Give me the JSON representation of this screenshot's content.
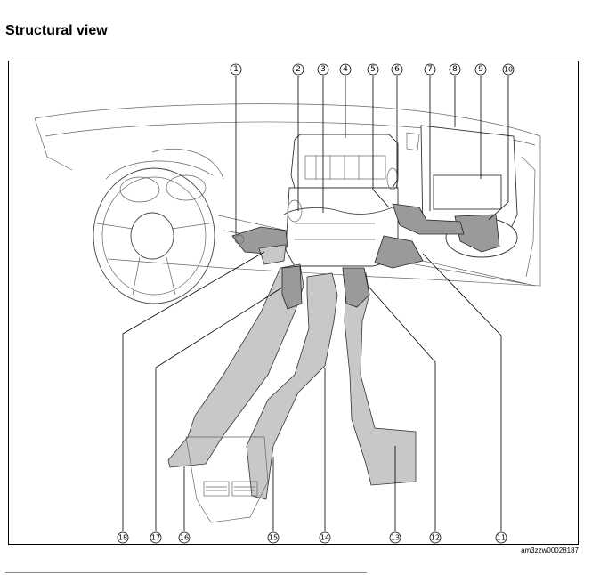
{
  "page": {
    "heading": "Structural view",
    "figure_code": "am3zzw00028187"
  },
  "callouts": [
    "1",
    "2",
    "3",
    "4",
    "5",
    "6",
    "7",
    "8",
    "9",
    "10",
    "11",
    "12",
    "13",
    "14",
    "15",
    "16",
    "17",
    "18"
  ]
}
